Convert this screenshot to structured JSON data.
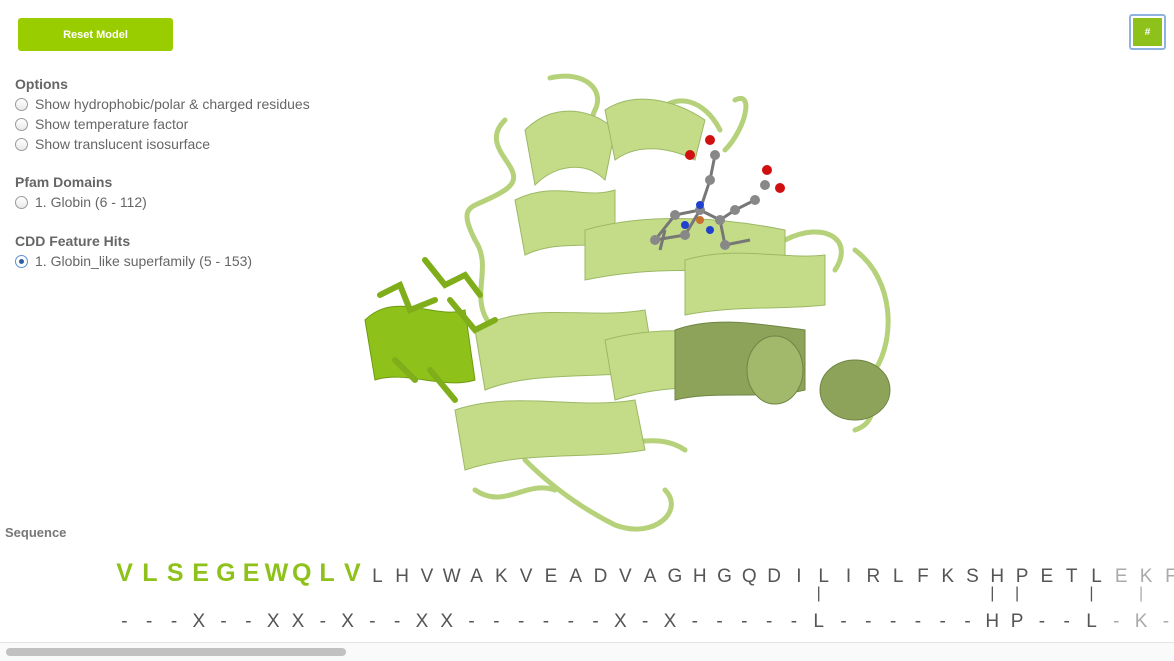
{
  "toolbar": {
    "reset_label": "Reset Model",
    "hash_label": "#"
  },
  "options": {
    "title": "Options",
    "items": [
      {
        "label": "Show hydrophobic/polar & charged residues",
        "checked": false
      },
      {
        "label": "Show temperature factor",
        "checked": false
      },
      {
        "label": "Show translucent isosurface",
        "checked": false
      }
    ]
  },
  "pfam": {
    "title": "Pfam Domains",
    "items": [
      {
        "label": "1. Globin (6 - 112)",
        "checked": false
      }
    ]
  },
  "cdd": {
    "title": "CDD Feature Hits",
    "items": [
      {
        "label": "1. Globin_like superfamily (5 - 153)",
        "checked": true
      }
    ]
  },
  "sequence": {
    "title": "Sequence",
    "residues": [
      "V",
      "L",
      "S",
      "E",
      "G",
      "E",
      "W",
      "Q",
      "L",
      "V",
      "L",
      "H",
      "V",
      "W",
      "A",
      "K",
      "V",
      "E",
      "A",
      "D",
      "V",
      "A",
      "G",
      "H",
      "G",
      "Q",
      "D",
      "I",
      "L",
      "I",
      "R",
      "L",
      "F",
      "K",
      "S",
      "H",
      "P",
      "E",
      "T",
      "L",
      "E",
      "K",
      "F"
    ],
    "highlight_count": 10,
    "bars": [
      "",
      "",
      "",
      "",
      "",
      "",
      "",
      "",
      "",
      "",
      "",
      "",
      "",
      "",
      "",
      "",
      "",
      "",
      "",
      "",
      "",
      "",
      "",
      "",
      "",
      "",
      "",
      "",
      "|",
      "",
      "",
      "",
      "",
      "",
      "",
      "|",
      "|",
      "",
      "",
      "|",
      "",
      "|",
      ""
    ],
    "consensus": [
      "-",
      "-",
      "-",
      "X",
      "-",
      "-",
      "X",
      "X",
      "-",
      "X",
      "-",
      "-",
      "X",
      "X",
      "-",
      "-",
      "-",
      "-",
      "-",
      "-",
      "X",
      "-",
      "X",
      "-",
      "-",
      "-",
      "-",
      "-",
      "L",
      "-",
      "-",
      "-",
      "-",
      "-",
      "-",
      "H",
      "P",
      "-",
      "-",
      "L",
      "-",
      "K",
      "-"
    ],
    "fade_from": 40
  },
  "scrollbar": {
    "position_fraction": 0.0
  }
}
